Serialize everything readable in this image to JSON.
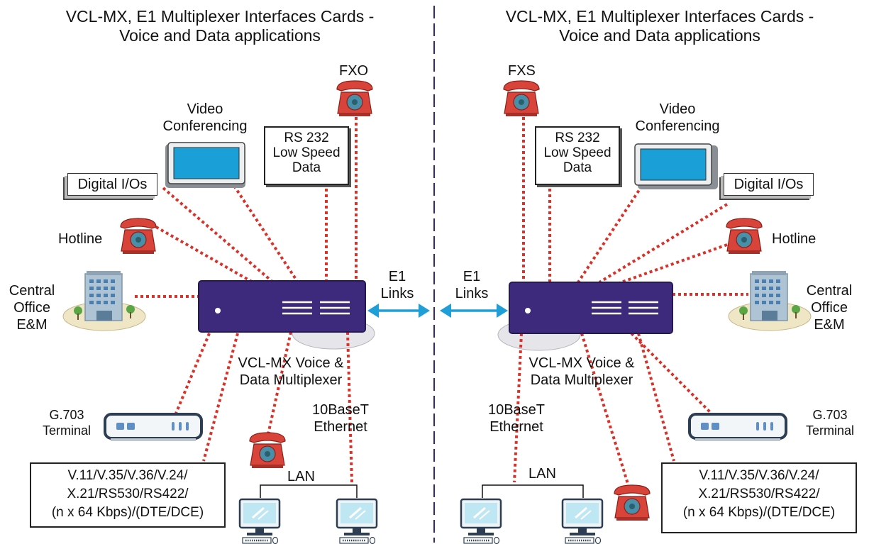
{
  "colors": {
    "link": "#d9322b",
    "mux_body": "#3e2a7c",
    "e1_arrow": "#1f9fd8",
    "divider": "#3a2773",
    "screen": "#1aa0d6",
    "phone": "#d9443a"
  },
  "left": {
    "title": [
      "VCL-MX, E1 Multiplexer Interfaces Cards -",
      "Voice and Data applications"
    ],
    "fxo": "FXO",
    "video_conferencing": [
      "Video",
      "Conferencing"
    ],
    "rs232": [
      "RS 232",
      "Low Speed",
      "Data"
    ],
    "digital_ios": "Digital I/Os",
    "hotline": "Hotline",
    "central_office": [
      "Central",
      "Office",
      "E&M"
    ],
    "e1_links": [
      "E1",
      "Links"
    ],
    "multiplexer": [
      "VCL-MX Voice &",
      "Data Multiplexer"
    ],
    "g703": [
      "G.703",
      "Terminal"
    ],
    "ethernet": [
      "10BaseT",
      "Ethernet"
    ],
    "lan": "LAN",
    "interfaces": [
      "V.11/V.35/V.36/V.24/",
      "X.21/RS530/RS422/",
      "(n x 64 Kbps)/(DTE/DCE)"
    ]
  },
  "right": {
    "title": [
      "VCL-MX, E1 Multiplexer Interfaces Cards -",
      "Voice and Data applications"
    ],
    "fxs": "FXS",
    "video_conferencing": [
      "Video",
      "Conferencing"
    ],
    "rs232": [
      "RS 232",
      "Low Speed",
      "Data"
    ],
    "digital_ios": "Digital I/Os",
    "hotline": "Hotline",
    "central_office": [
      "Central",
      "Office",
      "E&M"
    ],
    "e1_links": [
      "E1",
      "Links"
    ],
    "multiplexer": [
      "VCL-MX Voice &",
      "Data Multiplexer"
    ],
    "g703": [
      "G.703",
      "Terminal"
    ],
    "ethernet": [
      "10BaseT",
      "Ethernet"
    ],
    "lan": "LAN",
    "interfaces": [
      "V.11/V.35/V.36/V.24/",
      "X.21/RS530/RS422/",
      "(n x 64 Kbps)/(DTE/DCE)"
    ]
  }
}
